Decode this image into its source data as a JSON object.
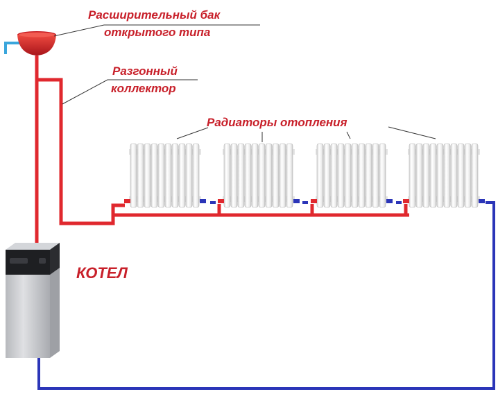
{
  "labels": {
    "tank_line1": "Расширительный бак",
    "tank_line2": "открытого типа",
    "collector_line1": "Разгонный",
    "collector_line2": "коллектор",
    "radiators": "Радиаторы отопления",
    "boiler": "КОТЕЛ"
  },
  "colors": {
    "supply_pipe": "#e0282e",
    "return_pipe": "#2b35b8",
    "cold_water_pipe": "#3aa6dc",
    "label_text": "#c8202a",
    "tank": "#d9262b",
    "radiator": "#f2f2f2",
    "boiler_body": "#c9cbcf"
  },
  "radiator_count": 4
}
